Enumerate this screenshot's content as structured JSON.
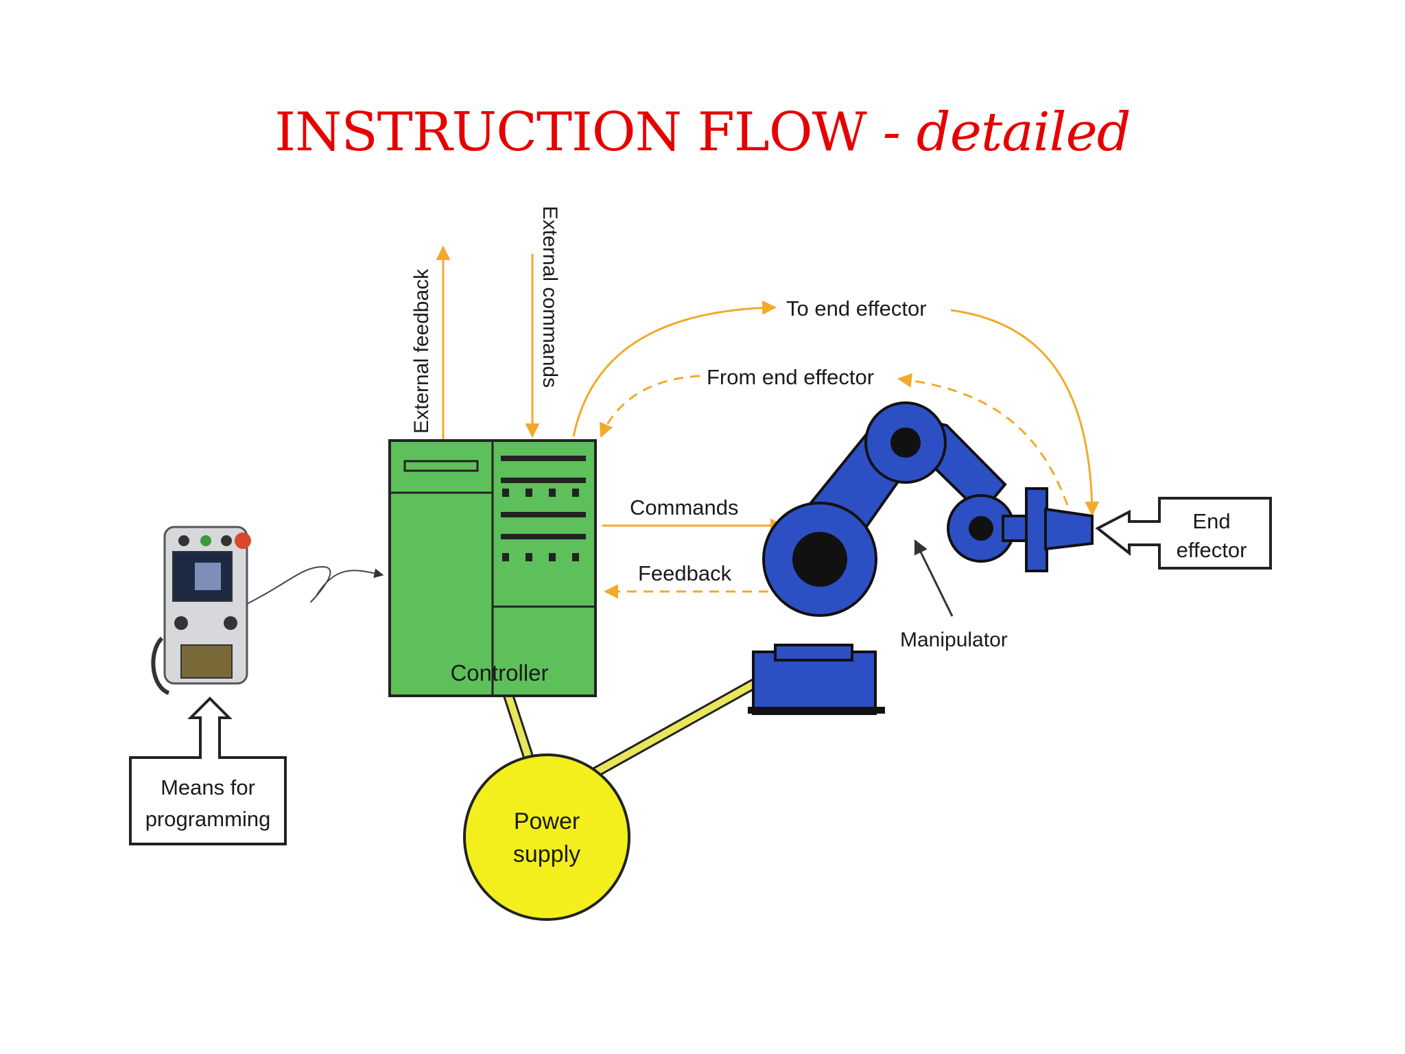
{
  "title": {
    "main": "INSTRUCTION FLOW",
    "suffix": "- detailed"
  },
  "labels": {
    "external_feedback": "External feedback",
    "external_commands": "External commands",
    "to_end_effector": "To end effector",
    "from_end_effector": "From end effector",
    "commands": "Commands",
    "feedback": "Feedback",
    "controller": "Controller",
    "manipulator": "Manipulator",
    "end_effector_1": "End",
    "end_effector_2": "effector",
    "programming_1": "Means for",
    "programming_2": "programming",
    "power_1": "Power",
    "power_2": "supply"
  },
  "colors": {
    "title": "#e60000",
    "controller": "#5ec05a",
    "robot": "#2d4fc4",
    "power": "#f2ef1c",
    "arrow": "#f2a92a"
  }
}
